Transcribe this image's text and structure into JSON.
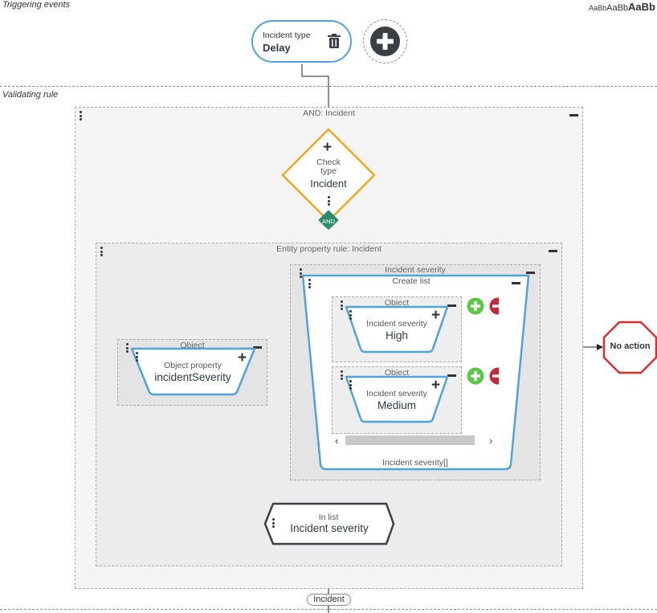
{
  "sections": {
    "triggering_title": "Triggering events",
    "validating_title": "Validating rule",
    "font_samples": [
      "AaBb",
      "AaBb",
      "AaBb"
    ]
  },
  "trigger": {
    "label": "Incident type",
    "value": "Delay"
  },
  "and_group": {
    "label": "AND: Incident"
  },
  "check_type": {
    "label_line1": "Check",
    "label_line2": "type",
    "value": "Incident",
    "badge": "AND"
  },
  "entity_rule": {
    "label": "Entity property rule: Incident"
  },
  "object_left": {
    "group_label": "Object",
    "label": "Object property",
    "value": "incidentSeverity"
  },
  "severity_group": {
    "label": "Incident severity"
  },
  "create_list": {
    "label": "Create list",
    "footer": "Incident severity[]",
    "items": [
      {
        "group_label": "Object",
        "label": "Incident severity",
        "value": "High"
      },
      {
        "group_label": "Object",
        "label": "Incident severity",
        "value": "Medium"
      }
    ]
  },
  "in_list": {
    "label": "In list",
    "value": "Incident severity"
  },
  "no_action": {
    "label": "No action"
  },
  "output": {
    "label": "Incident"
  },
  "colors": {
    "node_border": "#4fa3d9",
    "diamond_border": "#f2a71b",
    "and_badge": "#2e8b6e",
    "add_green": "#5dc64a",
    "remove_red": "#c8263b",
    "stop_red": "#d92f2f"
  }
}
